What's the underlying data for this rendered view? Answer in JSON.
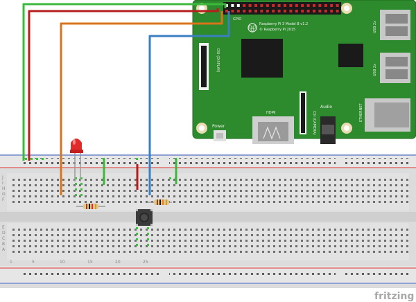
{
  "board": {
    "model_line1": "Raspberry Pi 3 Model B v1.2",
    "model_line2": "© Raspberry Pi 2015",
    "gpio_label": "GPIO",
    "display_label": "DSI (DISPLAY)",
    "camera_label": "CSI (CAMERA)",
    "hdmi_label": "HDMI",
    "audio_label": "Audio",
    "power_label": "Power",
    "ethernet_label": "ETHERNET",
    "usb_label_top": "USB 2x",
    "usb_label_bottom": "USB 2x"
  },
  "breadboard": {
    "row_letters_top": [
      "J",
      "I",
      "H",
      "G",
      "F"
    ],
    "row_letters_bottom": [
      "E",
      "D",
      "C",
      "B",
      "A"
    ],
    "column_numbers": [
      "1",
      "5",
      "10",
      "15",
      "20",
      "25"
    ]
  },
  "components": {
    "led": "red-led",
    "resistor_1": "resistor",
    "resistor_2": "resistor",
    "button": "push-button"
  },
  "wires": [
    {
      "name": "green",
      "color": "#3cb93c"
    },
    {
      "name": "red",
      "color": "#b61d1d"
    },
    {
      "name": "orange",
      "color": "#d9741c"
    },
    {
      "name": "blue",
      "color": "#3a7fc1"
    }
  ],
  "watermark": "fritzing"
}
